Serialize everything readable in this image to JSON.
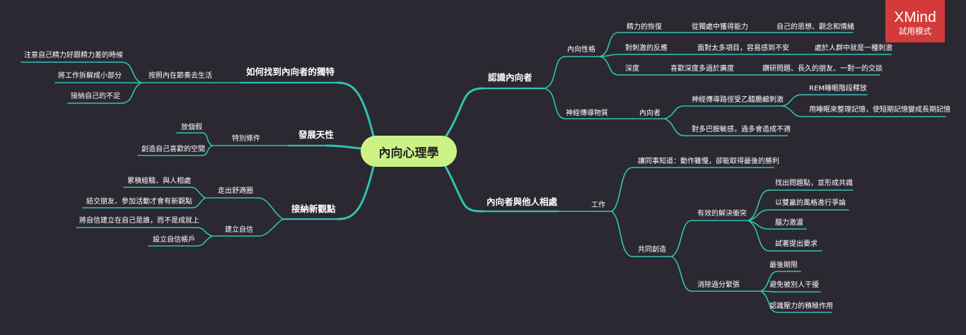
{
  "watermark": {
    "logo": "XMind",
    "mode": "試用模式"
  },
  "center": "內向心理學",
  "nodes": {
    "recognize": "認識內向者",
    "personality": "內向性格",
    "energy": "精力的恢復",
    "energy_1": "從獨處中獲得能力",
    "energy_2": "自己的思想、觀念和情緒",
    "stimulus": "對刺激的反應",
    "stimulus_1": "面對太多項目，容易感到不安",
    "stimulus_2": "處於人群中就是一種刺激",
    "depth": "深度",
    "depth_1": "喜歡深度多過於廣度",
    "depth_2": "鑽研問題、長久的朋友、一對一的交談",
    "neuro": "神經傳導物質",
    "introvert": "內向者",
    "neuro_1": "神經傳導路徑受乙醯膽鹼刺激",
    "neuro_1a": "REM睡眠階段釋放",
    "neuro_1b": "用睡眠來整理記憶，使短期記憶變成長期記憶",
    "neuro_2": "對多巴胺敏感，過多會造成不適",
    "getalong": "內向者與他人相處",
    "work": "工作",
    "work_1": "讓同事知道：動作雖慢，卻能取得最後的勝利",
    "cocreate": "共同創造",
    "resolve": "有效的解決衝突",
    "resolve_1": "找出問題點，並形成共識",
    "resolve_2": "以雙贏的風格進行爭論",
    "resolve_3": "腦力激盪",
    "resolve_4": "試著提出要求",
    "relieve": "消除過分緊張",
    "relieve_1": "最後期限",
    "relieve_2": "避免被別人干擾",
    "relieve_3": "認識壓力的積極作用",
    "unique": "如何找到內向者的獨特",
    "rhythm": "按照內在節奏去生活",
    "rhythm_1": "注意自己精力好跟精力差的時候",
    "rhythm_2": "將工作拆解成小部分",
    "rhythm_3": "接納自己的不足",
    "nature": "發展天性",
    "special": "特別條件",
    "special_1": "放個假",
    "special_2": "創造自己喜歡的空間",
    "accept": "接納新觀點",
    "comfort": "走出舒適圈",
    "comfort_1": "累積經驗、與人相處",
    "comfort_2": "結交朋友、參加活動才會有新觀點",
    "confidence": "建立自信",
    "confidence_1": "將自信建立在自己是誰，而不是成就上",
    "confidence_2": "設立自信帳戶"
  },
  "colors": {
    "background": "#2b2831",
    "branch": "#2fc4b2",
    "center_fill": "#ccf285",
    "text": "#ffffff",
    "watermark": "#d53a3a"
  }
}
